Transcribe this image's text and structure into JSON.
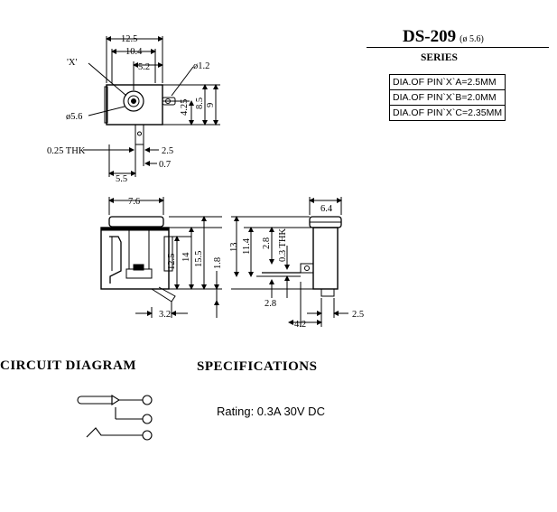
{
  "header": {
    "model": "DS-209",
    "diameter": "(ø 5.6)",
    "series_label": "SERIES"
  },
  "pin_table": {
    "rows": [
      "DIA.OF PIN`X`A=2.5MM",
      "DIA.OF PIN`X`B=2.0MM",
      "DIA.OF PIN`X`C=2.35MM"
    ]
  },
  "top_view": {
    "dims": {
      "width_total": "12.5",
      "width_inner": "10.4",
      "hole_offset": "5.2",
      "pin_hole": "ø1.2",
      "x_label": "'X'",
      "bore": "ø5.6",
      "height_a": "4.25",
      "height_b": "8.5",
      "height_total": "9",
      "pin_thk": "0.25 THK",
      "pin_w": "2.5",
      "pin_gap": "0.7",
      "pin_pos": "5.5"
    }
  },
  "front_view": {
    "dims": {
      "top_w": "7.6",
      "h1": "12.5",
      "h2": "14",
      "h3": "15.5",
      "h4": "1.8",
      "bottom": "3.2"
    }
  },
  "side_view": {
    "dims": {
      "top_w": "6.4",
      "h1": "13",
      "h2": "11.4",
      "h3": "2.8",
      "thk": "0.3 THK",
      "low": "2.8",
      "foot": "4.2",
      "pin": "2.5"
    }
  },
  "sections": {
    "circuit": "CIRCUIT  DIAGRAM",
    "specs": "SPECIFICATIONS",
    "rating": "Rating: 0.3A 30V DC"
  }
}
